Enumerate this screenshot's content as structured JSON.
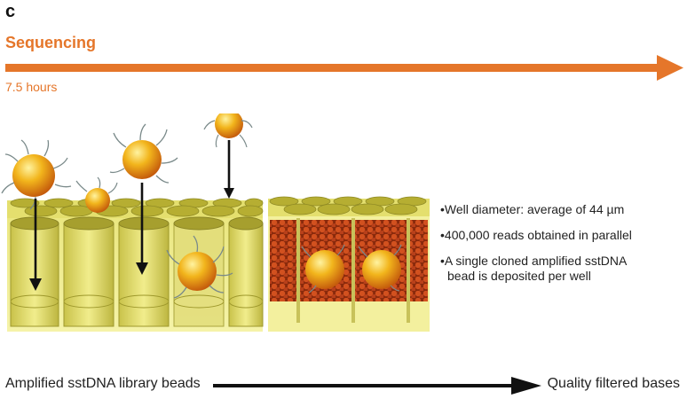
{
  "panel_label": "c",
  "stage": {
    "title": "Sequencing",
    "duration": "7.5 hours",
    "accent_color": "#e5762a"
  },
  "facts": [
    "•Well diameter: average of 44 µm",
    "•400,000 reads obtained in parallel",
    "•A single cloned amplified sstDNA",
    "bead is deposited per well"
  ],
  "flow": {
    "from": "Amplified sstDNA library beads",
    "to": "Quality filtered bases"
  }
}
